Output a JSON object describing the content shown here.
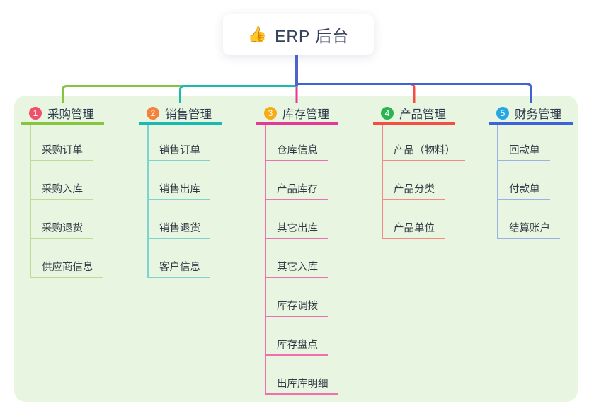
{
  "root": {
    "icon": "👍",
    "label": "ERP 后台"
  },
  "colors": {
    "canvas_bg": "#ffffff",
    "container_bg": "#e8f6e1",
    "root_line": "#4f63cd",
    "header_text": "#2c3a4e",
    "item_text": "#333a45"
  },
  "branches": [
    {
      "badge": "1",
      "label": "采购管理",
      "badge_color": "#f0506c",
      "line_color": "#85c441",
      "sub_line_color": "#b9dd95",
      "children": [
        "采购订单",
        "采购入库",
        "采购退货",
        "供应商信息"
      ]
    },
    {
      "badge": "2",
      "label": "销售管理",
      "badge_color": "#f5823b",
      "line_color": "#1ab9b1",
      "sub_line_color": "#7ed3cc",
      "children": [
        "销售订单",
        "销售出库",
        "销售退货",
        "客户信息"
      ]
    },
    {
      "badge": "3",
      "label": "库存管理",
      "badge_color": "#f9ab14",
      "line_color": "#e23a95",
      "sub_line_color": "#f16eb1",
      "children": [
        "仓库信息",
        "产品库存",
        "其它出库",
        "其它入库",
        "库存调拨",
        "库存盘点",
        "出库库明细"
      ]
    },
    {
      "badge": "4",
      "label": "产品管理",
      "badge_color": "#2cb450",
      "line_color": "#f44d42",
      "sub_line_color": "#f88880",
      "children": [
        "产品（物料）",
        "产品分类",
        "产品单位"
      ]
    },
    {
      "badge": "5",
      "label": "财务管理",
      "badge_color": "#27a7e2",
      "line_color": "#3e63d6",
      "sub_line_color": "#9cb0e7",
      "children": [
        "回款单",
        "付款单",
        "结算账户"
      ]
    }
  ]
}
